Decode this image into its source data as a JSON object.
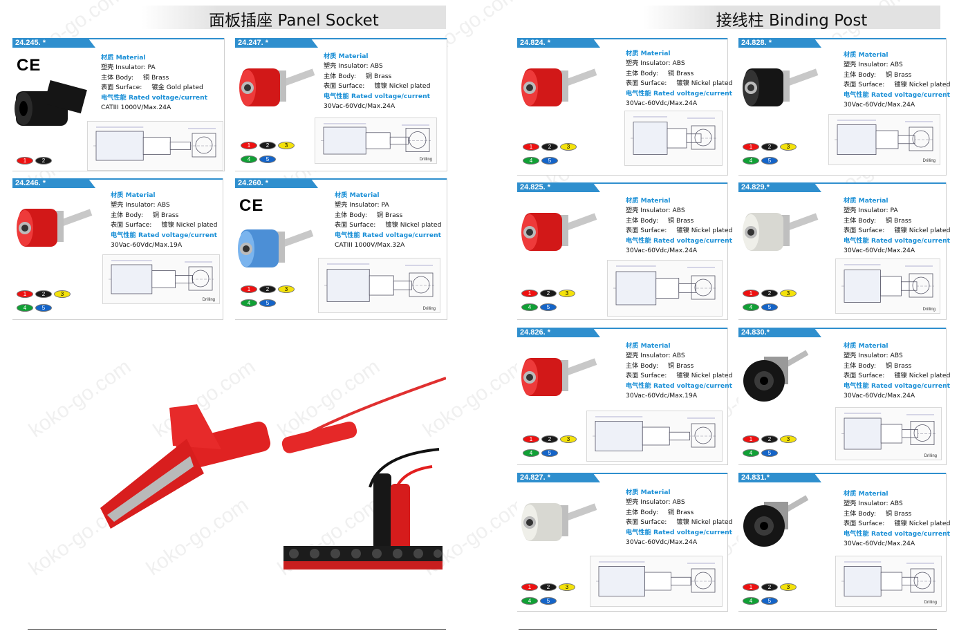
{
  "watermark": "koko-go.com",
  "left_title": "面板插座 Panel Socket",
  "right_title": "接线柱 Binding Post",
  "ce_mark": "CE",
  "drilling_label": "Drilling",
  "labels": {
    "material": "材质 Material",
    "insulator": "塑壳 Insulator:",
    "body": "主体 Body:",
    "surface": "表面 Surface:",
    "rated": "电气性能 Rated voltage/current"
  },
  "colors": {
    "accent": "#2f8fce",
    "label_blue": "#1a8fd6"
  },
  "products": [
    {
      "code": "24.245. *",
      "insulator": "PA",
      "body": "铜 Brass",
      "surface": "镀金 Gold plated",
      "rating": "CATIII 1000V/Max.24A",
      "color_options": [
        "1",
        "2"
      ]
    },
    {
      "code": "24.247. *",
      "insulator": "ABS",
      "body": "铜 Brass",
      "surface": "镀镍 Nickel plated",
      "rating": "30Vac-60Vdc/Max.24A",
      "color_options": [
        "1",
        "2",
        "3",
        "4",
        "5"
      ]
    },
    {
      "code": "24.246. *",
      "insulator": "ABS",
      "body": "铜 Brass",
      "surface": "镀镍 Nickel plated",
      "rating": "30Vac-60Vdc/Max.19A",
      "color_options": [
        "1",
        "2",
        "3",
        "4",
        "5"
      ]
    },
    {
      "code": "24.260. *",
      "insulator": "PA",
      "body": "铜 Brass",
      "surface": "镀镍 Nickel plated",
      "rating": "CATIII 1000V/Max.32A",
      "color_options": [
        "1",
        "2",
        "3",
        "4",
        "5"
      ]
    },
    {
      "code": "24.824. *",
      "insulator": "ABS",
      "body": "铜 Brass",
      "surface": "镀镍 Nickel plated",
      "rating": "30Vac-60Vdc/Max.24A",
      "color_options": [
        "1",
        "2",
        "3",
        "4",
        "5"
      ]
    },
    {
      "code": "24.828. *",
      "insulator": "ABS",
      "body": "铜 Brass",
      "surface": "镀镍 Nickel plated",
      "rating": "30Vac-60Vdc/Max.24A",
      "color_options": [
        "1",
        "2",
        "3",
        "4",
        "5"
      ]
    },
    {
      "code": "24.825. *",
      "insulator": "ABS",
      "body": "铜 Brass",
      "surface": "镀镍 Nickel plated",
      "rating": "30Vac-60Vdc/Max.24A",
      "color_options": [
        "1",
        "2",
        "3",
        "4",
        "5"
      ]
    },
    {
      "code": "24.829.*",
      "insulator": "PA",
      "body": "铜 Brass",
      "surface": "镀镍 Nickel plated",
      "rating": "30Vac-60Vdc/Max.24A",
      "color_options": [
        "1",
        "2",
        "3",
        "4",
        "5"
      ]
    },
    {
      "code": "24.826. *",
      "insulator": "ABS",
      "body": "铜 Brass",
      "surface": "镀镍 Nickel plated",
      "rating": "30Vac-60Vdc/Max.19A",
      "color_options": [
        "1",
        "2",
        "3",
        "4",
        "5"
      ]
    },
    {
      "code": "24.830.*",
      "insulator": "ABS",
      "body": "铜 Brass",
      "surface": "镀镍 Nickel plated",
      "rating": "30Vac-60Vdc/Max.24A",
      "color_options": [
        "1",
        "2",
        "3",
        "4",
        "5"
      ]
    },
    {
      "code": "24.827. *",
      "insulator": "ABS",
      "body": "铜 Brass",
      "surface": "镀镍 Nickel plated",
      "rating": "30Vac-60Vdc/Max.24A",
      "color_options": [
        "1",
        "2",
        "3",
        "4",
        "5"
      ]
    },
    {
      "code": "24.831.*",
      "insulator": "ABS",
      "body": "铜 Brass",
      "surface": "镀镍 Nickel plated",
      "rating": "30Vac-60Vdc/Max.24A",
      "color_options": [
        "1",
        "2",
        "3",
        "4",
        "5"
      ]
    }
  ]
}
